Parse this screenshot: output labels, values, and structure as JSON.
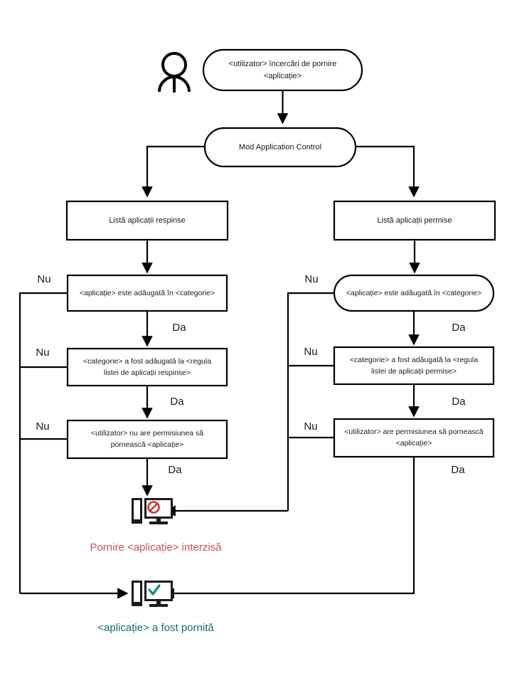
{
  "diagram": {
    "title": "Mod Application Control",
    "language": "ro",
    "actor": {
      "icon": "person-icon",
      "label": ""
    },
    "nodes": {
      "start": {
        "id": "start",
        "shape": "stadium",
        "lines": [
          "<utilizator> încercări de pornire",
          "<aplicație>"
        ]
      },
      "mode": {
        "id": "mode",
        "shape": "stadium",
        "lines": [
          "Mod Application Control"
        ]
      },
      "denied_list": {
        "id": "denied-list",
        "shape": "rect",
        "lines": [
          "Listă aplicații respinse"
        ]
      },
      "allowed_list": {
        "id": "allowed-list",
        "shape": "rect",
        "lines": [
          "Listă aplicații permise"
        ]
      },
      "denied_in_category": {
        "id": "denied-app-in-category",
        "shape": "rect",
        "lines": [
          "<aplicație> este adăugată în <categorie>"
        ]
      },
      "allowed_in_category": {
        "id": "allowed-app-in-category",
        "shape": "stadium",
        "lines": [
          "<aplicație> este adăugată în <categorie>"
        ]
      },
      "denied_category_rule": {
        "id": "denied-category-rule",
        "shape": "rect",
        "lines": [
          "<categorie> a fost adăugată la <regula",
          "listei de aplicații respinse>"
        ]
      },
      "allowed_category_rule": {
        "id": "allowed-category-rule",
        "shape": "rect",
        "lines": [
          "<categorie> a fost adăugată la <regula",
          "listei de aplicații permise>"
        ]
      },
      "denied_permission": {
        "id": "denied-user-permission",
        "shape": "rect",
        "lines": [
          "<utilizator> nu are permisiunea să",
          "pornească <aplicație>"
        ]
      },
      "allowed_permission": {
        "id": "allowed-user-permission",
        "shape": "rect",
        "lines": [
          "<utilizator> are permisiunea să pornească",
          "<aplicație>"
        ]
      }
    },
    "edge_labels": {
      "yes": "Da",
      "no": "Nu"
    },
    "edges": [
      {
        "name": "start-to-mode",
        "label": ""
      },
      {
        "name": "mode-to-denied-list",
        "label": ""
      },
      {
        "name": "mode-to-allowed-list",
        "label": ""
      },
      {
        "name": "denied-list-to-category",
        "label": ""
      },
      {
        "name": "allowed-list-to-category",
        "label": ""
      },
      {
        "name": "denied-category-no",
        "label": "Nu"
      },
      {
        "name": "denied-category-yes",
        "label": "Da"
      },
      {
        "name": "denied-rule-no",
        "label": "Nu"
      },
      {
        "name": "denied-rule-yes",
        "label": "Da"
      },
      {
        "name": "denied-permission-no",
        "label": "Nu"
      },
      {
        "name": "denied-permission-yes",
        "label": "Da"
      },
      {
        "name": "allowed-category-no",
        "label": "Nu"
      },
      {
        "name": "allowed-category-yes",
        "label": "Da"
      },
      {
        "name": "allowed-rule-no",
        "label": "Nu"
      },
      {
        "name": "allowed-rule-yes",
        "label": "Da"
      },
      {
        "name": "allowed-permission-no",
        "label": "Nu"
      },
      {
        "name": "allowed-permission-yes",
        "label": "Da"
      }
    ],
    "outcomes": {
      "blocked": {
        "id": "blocked-outcome",
        "icon": "computer-blocked-icon",
        "label": "Pornire <aplicație> interzisă",
        "color": "#c8514f"
      },
      "started": {
        "id": "started-outcome",
        "icon": "computer-allowed-icon",
        "label": "<aplicație> a fost pornită",
        "color": "#0f6f68"
      }
    },
    "colors": {
      "stroke": "#000000",
      "node_fill": "#ffffff",
      "text": "#1a1a1a",
      "blocked": "#c8514f",
      "allowed": "#0f6f68",
      "background": "#ffffff"
    }
  }
}
